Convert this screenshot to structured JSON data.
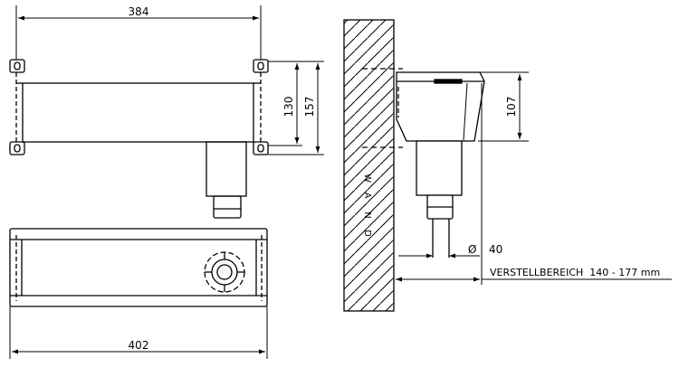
{
  "dimensions": {
    "top_width": "384",
    "height_inner": "130",
    "height_outer": "157",
    "bottom_width": "402",
    "side_height": "107",
    "diameter_symbol": "Ø",
    "diameter_value": "40"
  },
  "wall_label": [
    "W",
    "A",
    "N",
    "D"
  ],
  "adjustment_note": "VERSTELLBEREICH  140 - 177 mm"
}
